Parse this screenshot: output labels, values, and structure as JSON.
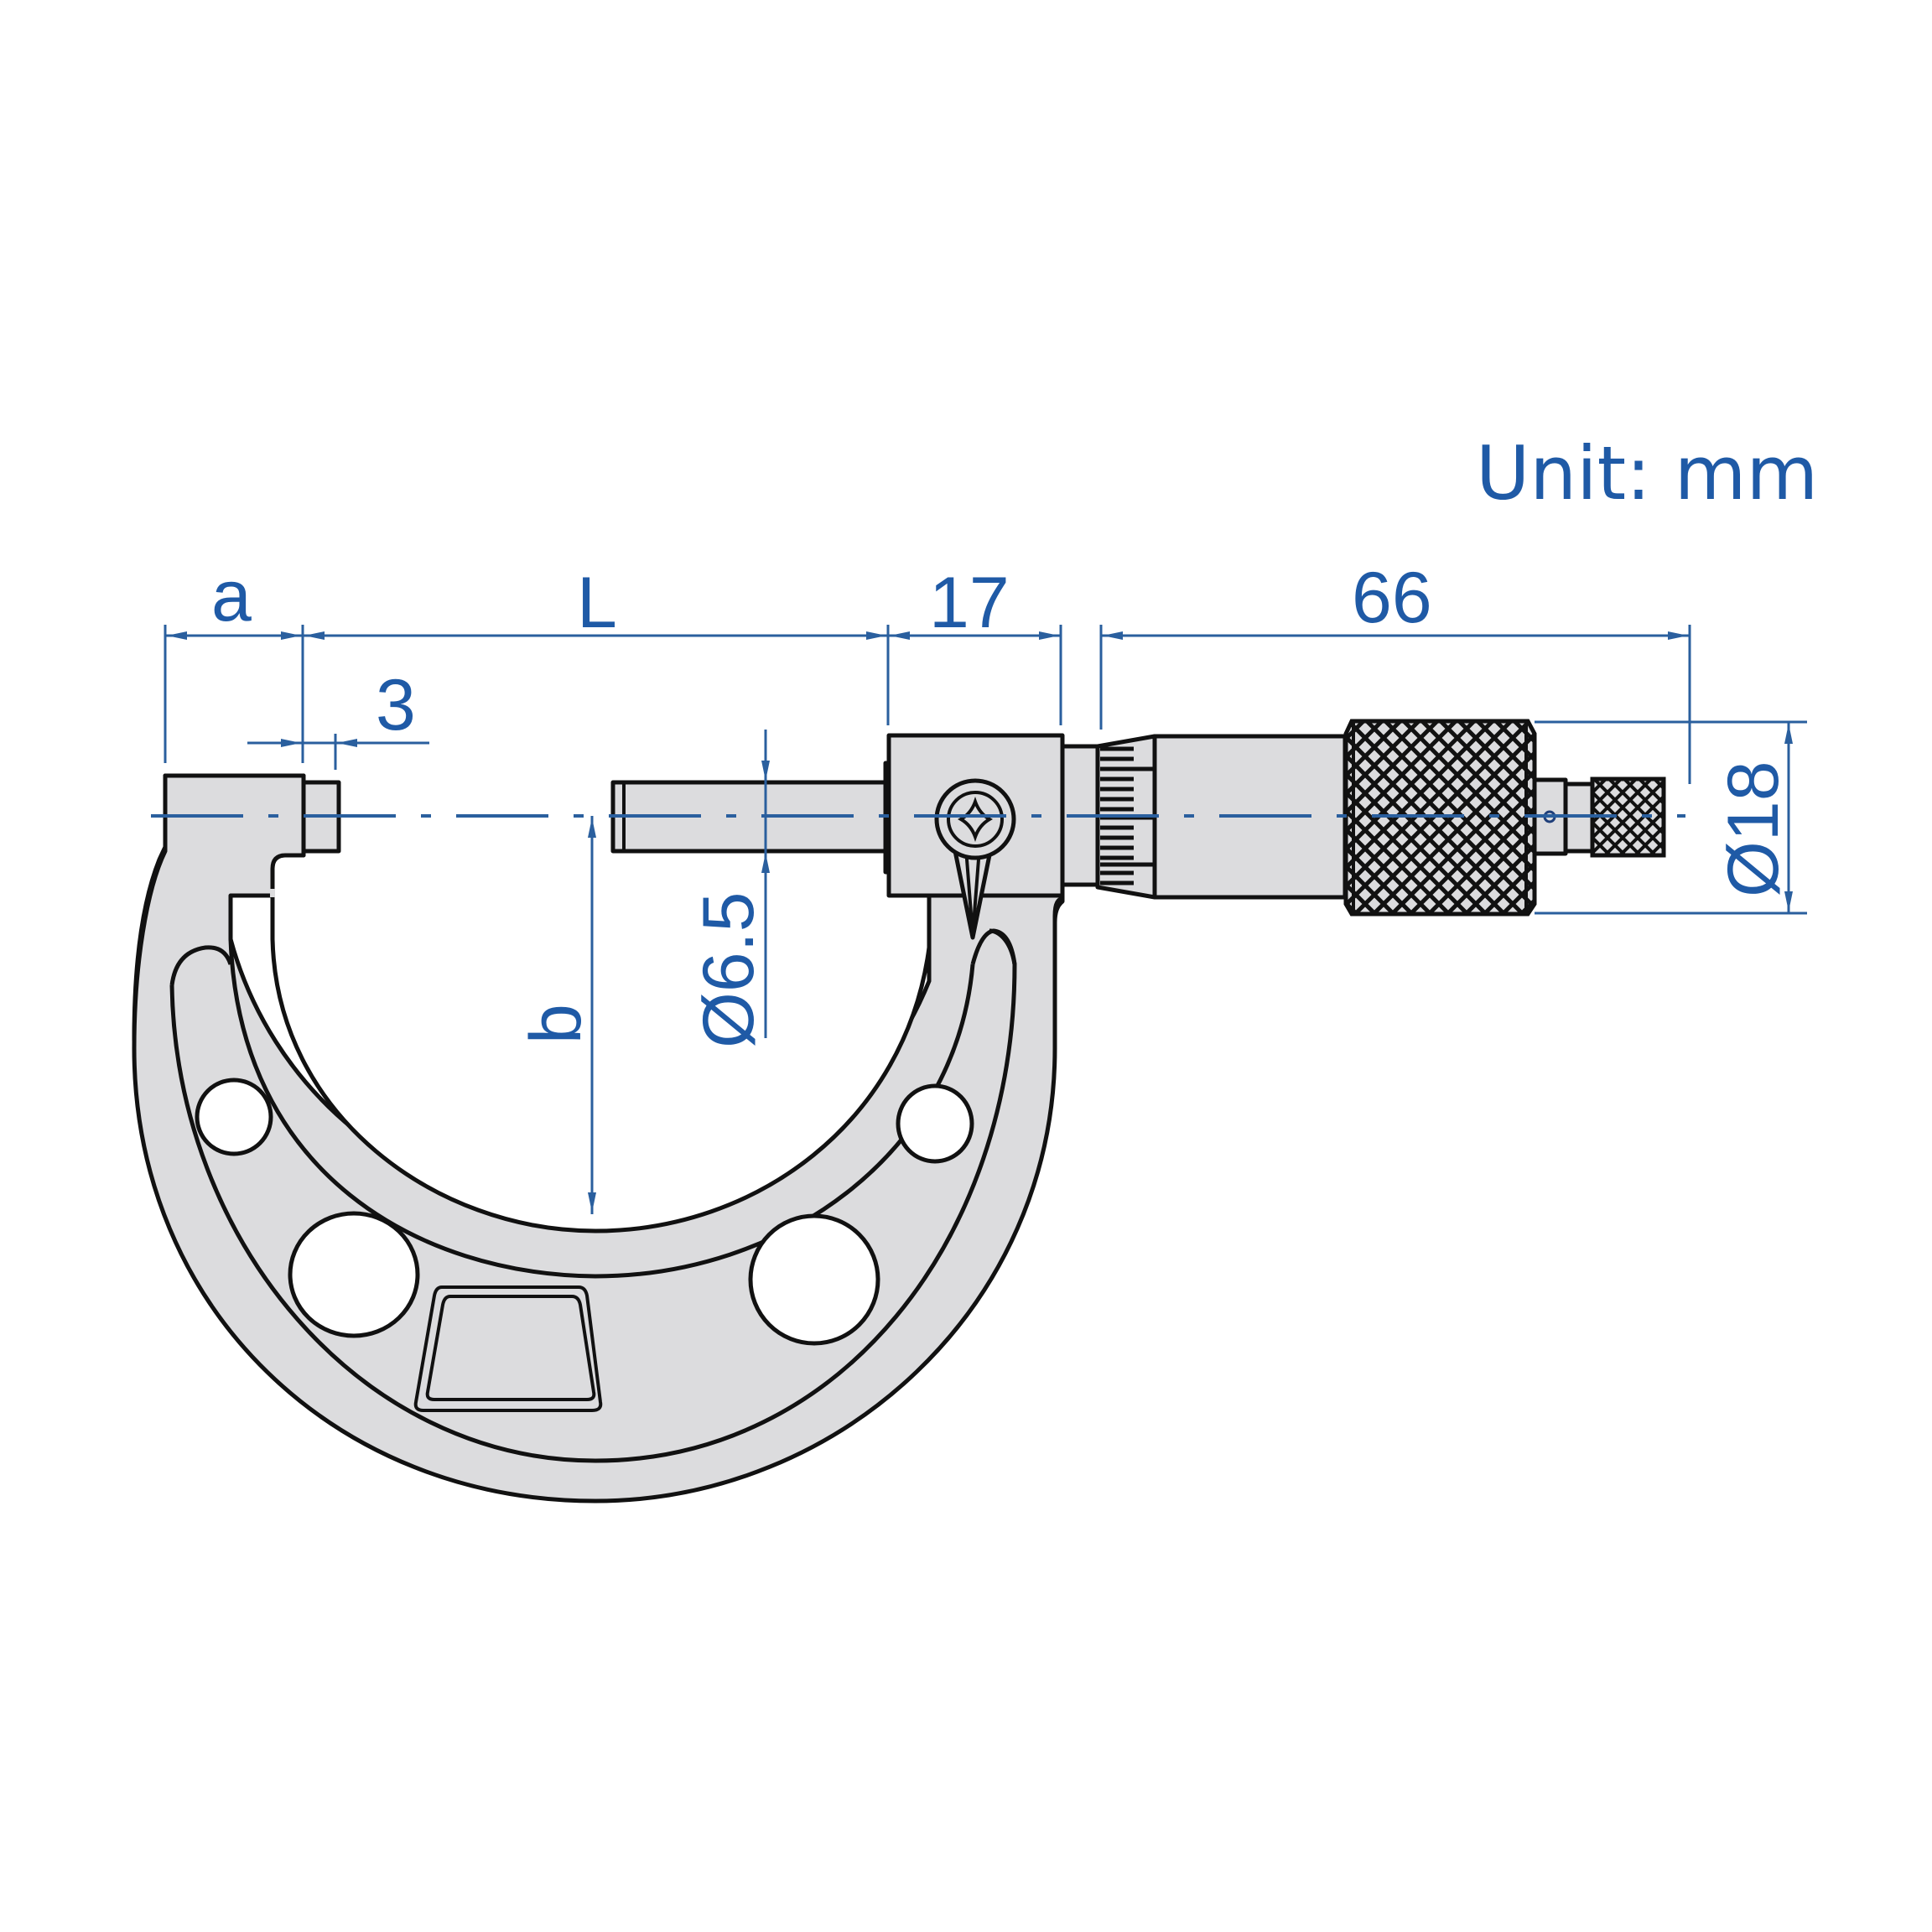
{
  "drawing": {
    "title": "Outside micrometer dimension drawing",
    "unit_label": "Unit: mm",
    "colors": {
      "dimension_blue": "#1f5aa6",
      "part_fill": "#dcdcde",
      "outline": "#111111",
      "background": "#ffffff"
    },
    "dimensions": {
      "a": {
        "label": "a",
        "description": "anvil block length"
      },
      "L": {
        "label": "L",
        "description": "measuring range gap"
      },
      "frame_head": {
        "label": "17",
        "value": 17
      },
      "barrel_to_ratchet": {
        "label": "66",
        "value": 66
      },
      "anvil_tip": {
        "label": "3",
        "value": 3
      },
      "spindle_diameter": {
        "label": "Ø6.5",
        "value": 6.5
      },
      "thimble_diameter": {
        "label": "Ø18",
        "value": 18
      },
      "throat_depth": {
        "label": "b",
        "description": "throat depth"
      }
    },
    "parts": [
      "frame",
      "anvil",
      "spindle",
      "lock-lever",
      "sleeve",
      "thimble",
      "ratchet-stop",
      "insulation-plate"
    ]
  }
}
